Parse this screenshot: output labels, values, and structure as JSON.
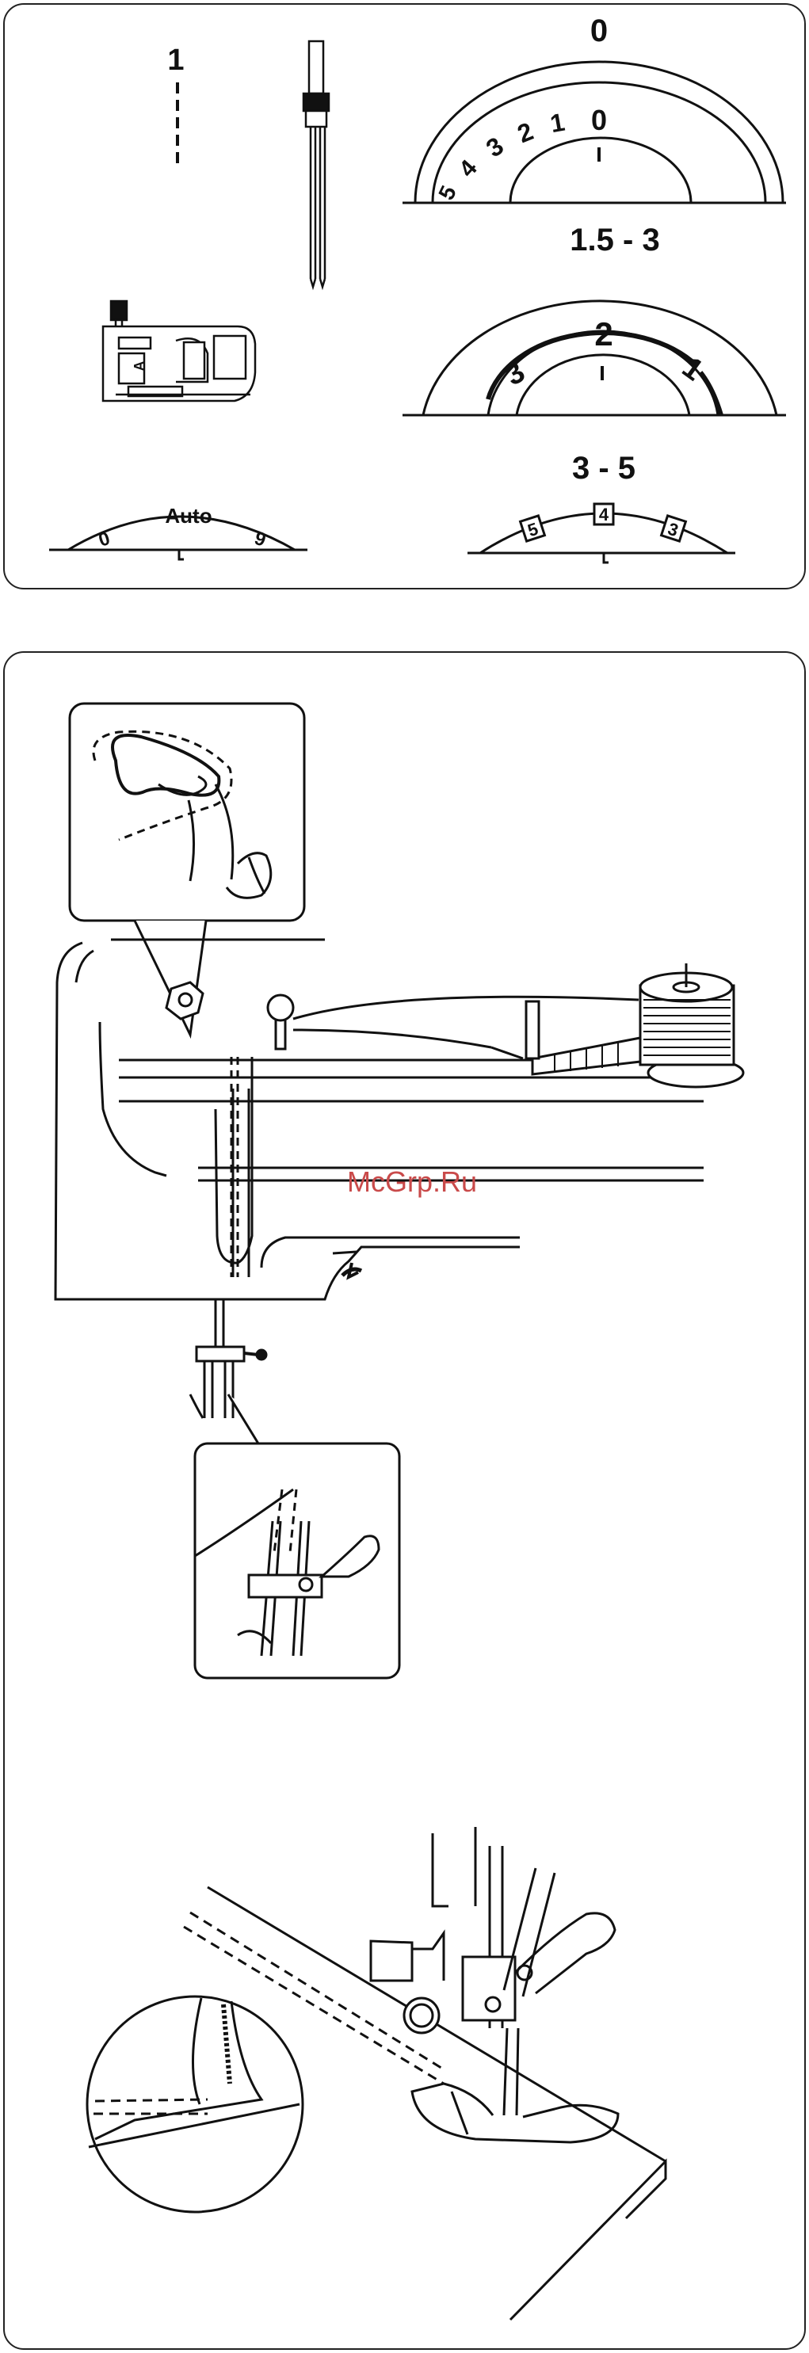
{
  "settings": {
    "straight_stitch_number": "1",
    "dial_left_label": "Auto",
    "dial_left_ticks": [
      "0",
      "9"
    ],
    "dial_length_top": "0",
    "dial_length_top_digits": [
      "5",
      "4",
      "3",
      "2",
      "1",
      "0"
    ],
    "dial_width_title": "1.5 - 3",
    "dial_width_numbers": [
      "3",
      "2",
      "1"
    ],
    "dial_tension_title": "3 - 5",
    "dial_tension_numbers": [
      "5",
      "4",
      "3"
    ],
    "foot_letter": "A"
  },
  "watermark": "McGrp.Ru",
  "icons": {
    "needle": "twin-needle-icon",
    "foot": "zigzag-foot-a-icon"
  }
}
